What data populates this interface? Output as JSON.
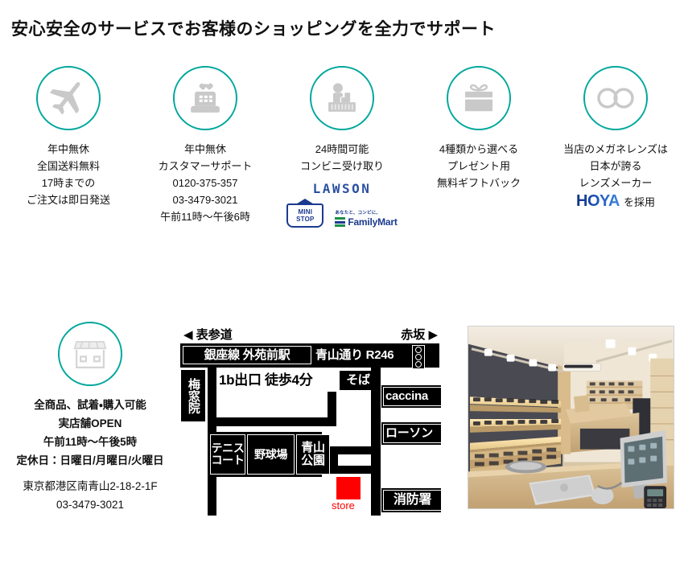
{
  "headline": "安心安全のサービスでお客様のショッピングを全力でサポート",
  "theme": {
    "accent_teal": "#00A79D",
    "icon_gray": "#C9C9C9",
    "lawson_blue": "#2A4FA2",
    "famima_blue": "#1B3A8F",
    "famima_green": "#1B8F4A",
    "hoya_blue": "#1B51B5",
    "store_marker_red": "#FF0000",
    "map_black": "#000000"
  },
  "features": [
    {
      "icon": "airplane-icon",
      "lines": [
        "年中無休",
        "全国送料無料",
        "17時までの",
        "ご注文は即日発送"
      ]
    },
    {
      "icon": "telephone-icon",
      "lines": [
        "年中無休",
        "カスタマーサポート",
        "0120-375-357",
        "03-3479-3021",
        "午前11時～午後6時"
      ]
    },
    {
      "icon": "cashier-counter-icon",
      "lines": [
        "24時間可能",
        "コンビニ受け取り"
      ],
      "logos": {
        "lawson": "LAWSON",
        "ministop": "MINI STOP",
        "ministop_line1": "MINI",
        "ministop_line2": "STOP",
        "familymart_tagline": "あなたと、コンビに、",
        "familymart": "FamilyMart"
      }
    },
    {
      "icon": "gift-box-icon",
      "lines": [
        "4種類から選べる",
        "プレゼント用",
        "無料ギフトバック"
      ]
    },
    {
      "icon": "eyeglasses-icon",
      "lines": [
        "当店のメガネレンズは",
        "日本が誇る",
        "レンズメーカー"
      ],
      "hoya": {
        "logo": "HOYA",
        "suffix": "を採用"
      }
    }
  ],
  "store": {
    "icon": "storefront-icon",
    "lines": [
      {
        "text": "全商品、試着・購入可能",
        "style": "bold"
      },
      {
        "text": "実店舗OPEN",
        "style": "bold"
      },
      {
        "text": "午前11時～午後5時",
        "style": "bold"
      },
      {
        "text": "定休日：日曜日/月曜日/火曜日",
        "style": "bold"
      },
      {
        "text": "東京都港区南青山2-18-2-1F",
        "style": "gap"
      },
      {
        "text": "03-3479-3021",
        "style": "plain"
      }
    ]
  },
  "map": {
    "top_left_label": "◀ 表参道",
    "top_right_label": "赤坂 ▶",
    "labels": {
      "ginza_line": "銀座線 外苑前駅",
      "aoyama_dori": "青山通り R246",
      "umesoin": "梅窓院",
      "exit": "1b出口 徒歩4分",
      "soba": "そば",
      "caccina": "caccina",
      "lawson": "ローソン",
      "tennis": "テニスコート",
      "tennis_line1": "テニス",
      "tennis_line2": "コート",
      "baseball": "野球場",
      "aoyama_park": "青山公園",
      "aoyama_park_line1": "青山",
      "aoyama_park_line2": "公園",
      "fire_station": "消防署",
      "store_marker": "store"
    }
  },
  "photo": {
    "alt": "眼鏡店の店内写真",
    "name": "store-interior-photo"
  }
}
